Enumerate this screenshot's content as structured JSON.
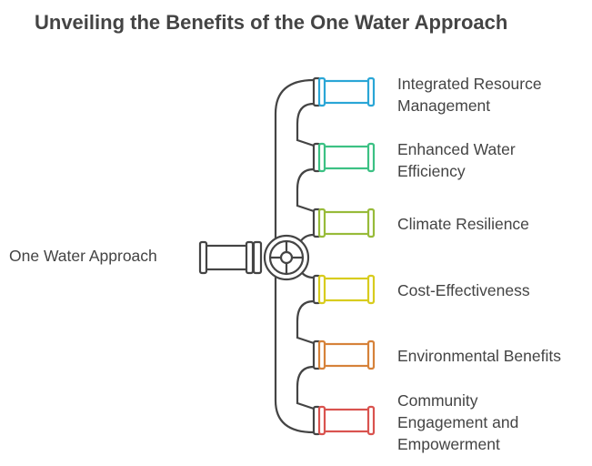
{
  "title": "Unveiling the Benefits of the One Water Approach",
  "source": "One Water Approach",
  "branches": [
    {
      "label": "Integrated Resource\nManagement",
      "color": "#2aa6d6"
    },
    {
      "label": "Enhanced Water\nEfficiency",
      "color": "#3cc184"
    },
    {
      "label": "Climate Resilience",
      "color": "#98bb3a"
    },
    {
      "label": "Cost-Effectiveness",
      "color": "#d8cc1e"
    },
    {
      "label": "Environmental Benefits",
      "color": "#d6823a"
    },
    {
      "label": "Community\nEngagement and\nEmpowerment",
      "color": "#d9534f"
    }
  ]
}
